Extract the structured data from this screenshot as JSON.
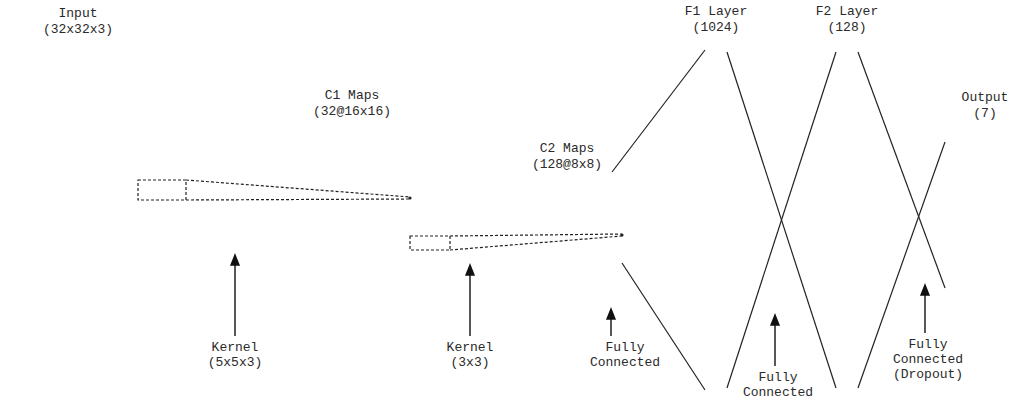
{
  "diagram": {
    "nodes": [
      {
        "text": [
          "Input",
          "(32x32x3)"
        ]
      },
      {
        "text": [
          "C1 Maps",
          "(32@16x16)"
        ]
      },
      {
        "text": [
          "C2 Maps",
          "(128@8x8)"
        ]
      },
      {
        "text": [
          "F1 Layer",
          "(1024)"
        ]
      },
      {
        "text": [
          "F2 Layer",
          "(128)"
        ]
      },
      {
        "text": [
          "Output",
          "(7)"
        ]
      }
    ],
    "edges": [
      {
        "from": 0,
        "to": 1,
        "arrow": "none"
      },
      {
        "from": 1,
        "to": 2,
        "arrow": "none"
      },
      {
        "from": 2,
        "to": 3,
        "arrow": "none"
      },
      {
        "from": 3,
        "to": 4,
        "arrow": "none"
      },
      {
        "from": 4,
        "to": 5,
        "arrow": "none"
      }
    ],
    "labels": [
      "Kernel (5x5x3)",
      "Kernel (3x3)",
      "Fully Connected",
      "Fully Connected",
      "Fully Connected (Dropout)"
    ]
  }
}
